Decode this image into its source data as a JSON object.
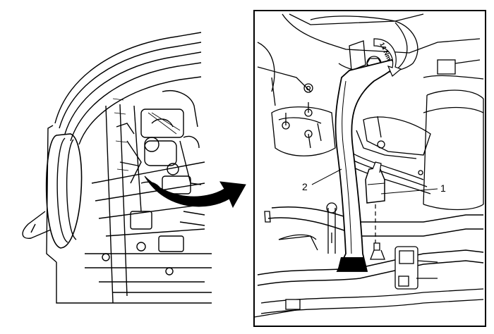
{
  "callouts": {
    "part_1": "1",
    "part_2": "2",
    "torque": "14 Nm"
  }
}
